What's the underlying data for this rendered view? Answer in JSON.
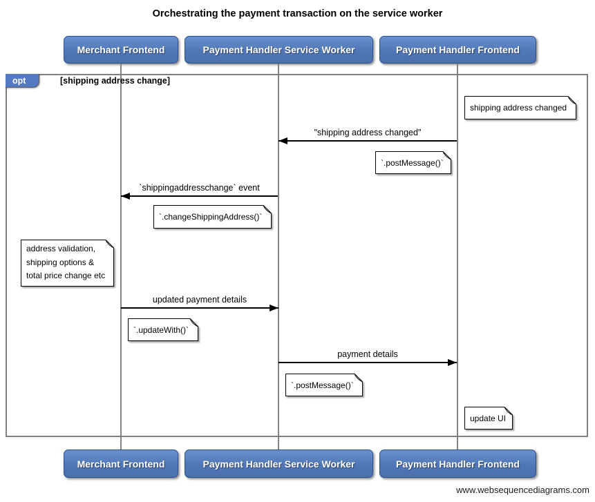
{
  "title": "Orchestrating the payment transaction on the service worker",
  "footer": "www.websequencediagrams.com",
  "actors": [
    {
      "label": "Merchant Frontend"
    },
    {
      "label": "Payment Handler Service Worker"
    },
    {
      "label": "Payment Handler Frontend"
    }
  ],
  "fragment": {
    "operator": "opt",
    "guard": "[shipping address change]"
  },
  "messages": [
    {
      "label": "\"shipping address changed\"",
      "from": "Payment Handler Frontend",
      "to": "Payment Handler Service Worker",
      "direction": "left"
    },
    {
      "label": "`shippingaddresschange` event",
      "from": "Payment Handler Service Worker",
      "to": "Merchant Frontend",
      "direction": "left"
    },
    {
      "label": "updated payment details",
      "from": "Merchant Frontend",
      "to": "Payment Handler Service Worker",
      "direction": "right"
    },
    {
      "label": "payment details",
      "from": "Payment Handler Service Worker",
      "to": "Payment Handler Frontend",
      "direction": "right"
    }
  ],
  "notes": [
    {
      "text": "shipping address changed",
      "anchor": "Payment Handler Frontend"
    },
    {
      "text": "`.postMessage()`",
      "anchor": "Payment Handler Frontend"
    },
    {
      "text": "`.changeShippingAddress()`",
      "anchor": "Payment Handler Service Worker"
    },
    {
      "lines": [
        "address validation,",
        "shipping options &",
        "total price change etc"
      ],
      "anchor": "Merchant Frontend"
    },
    {
      "text": "`.updateWith()`",
      "anchor": "Merchant Frontend"
    },
    {
      "text": "`.postMessage()`",
      "anchor": "Payment Handler Service Worker"
    },
    {
      "text": "update UI",
      "anchor": "Payment Handler Frontend"
    }
  ],
  "colors": {
    "actor_fill_top": "#6a91cf",
    "actor_fill_bottom": "#4a70ae",
    "actor_border": "#2d4f8e",
    "fragment_border": "#7f7f7f",
    "fragment_label_fill": "#5379c0",
    "lifeline": "#848484",
    "note_fill": "#ffffff",
    "note_border": "#000000",
    "message_color": "#000000"
  }
}
